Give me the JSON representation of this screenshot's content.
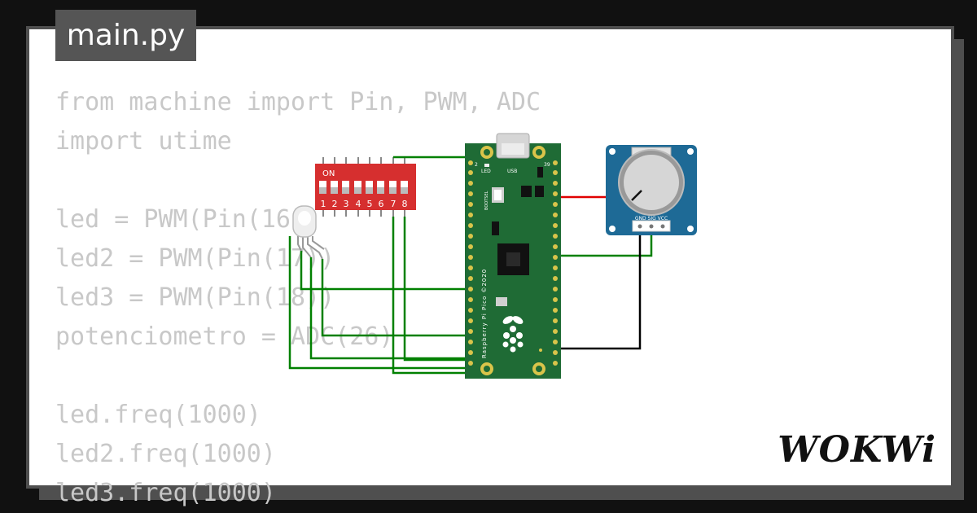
{
  "editor": {
    "filename": "main.py",
    "code_lines": [
      "from machine import Pin, PWM, ADC",
      "import utime",
      "",
      "led = PWM(Pin(16))",
      "led2 = PWM(Pin(17))",
      "led3 = PWM(Pin(18))",
      "potenciometro = ADC(26)",
      "",
      "led.freq(1000)",
      "led2.freq(1000)",
      "led3.freq(1000)"
    ]
  },
  "dip_switch": {
    "on_label": "ON",
    "numbers": [
      "1",
      "2",
      "3",
      "4",
      "5",
      "6",
      "7",
      "8"
    ]
  },
  "pico": {
    "usb_label": "USB",
    "led_label": "LED",
    "bootsel_label": "BOOTSEL",
    "brand_text": "Raspberry Pi Pico ©2020",
    "pin_first": "2",
    "pin_last": "39"
  },
  "potentiometer": {
    "pin_labels": "GND SIG VCC"
  },
  "brand": {
    "logo_text": "WOKWi"
  },
  "colors": {
    "wire_green": "#008000",
    "wire_red": "#e00000",
    "wire_black": "#000000",
    "pico_board": "#1f6b35",
    "dip_red": "#d62f2f",
    "pot_blue": "#1e6a96"
  }
}
